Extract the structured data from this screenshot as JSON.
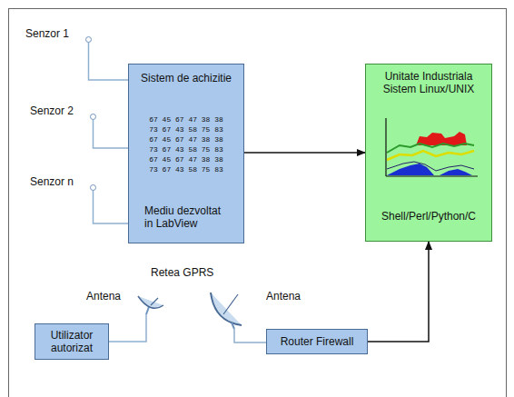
{
  "diagram": {
    "nodes": [
      {
        "text": [
          "Senzor 1"
        ]
      },
      {
        "text": [
          "Senzor 2"
        ]
      },
      {
        "text": [
          "Senzor n"
        ]
      },
      {
        "text": [
          "Sistem de achizitie",
          "67 45 67 47 38 38 73 67 43 58 75 83 67 45 67 47 38 38 73 67 43 58 75 83 67 45 67 47 38 38 73 67 43 58 75 83",
          "Mediu dezvoltat in LabView"
        ]
      },
      {
        "text": [
          "Unitate Industriala Sistem Linux/UNIX",
          "Shell/Perl/Python/C"
        ]
      },
      {
        "text": [
          "Utilizator autorizat"
        ]
      },
      {
        "text": [
          "Router Firewall"
        ]
      }
    ],
    "edges": [
      {
        "from": 0,
        "to": 3,
        "arrow": "none"
      },
      {
        "from": 1,
        "to": 3,
        "arrow": "none"
      },
      {
        "from": 2,
        "to": 3,
        "arrow": "none"
      },
      {
        "from": 3,
        "to": 4,
        "arrow": "to"
      },
      {
        "from": 6,
        "to": 4,
        "arrow": "to"
      }
    ],
    "labels": [
      "Antena",
      "Retea GPRS",
      "Antena"
    ]
  }
}
